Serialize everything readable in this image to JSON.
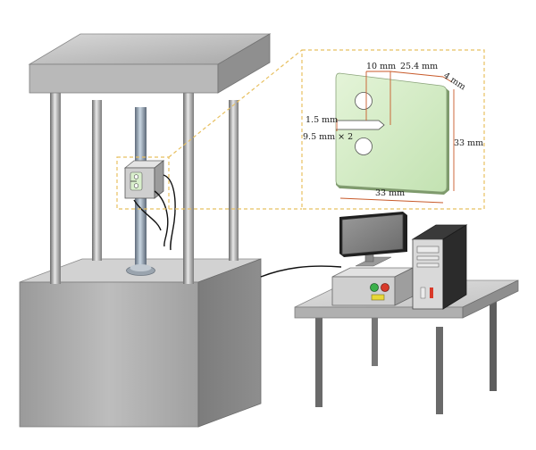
{
  "colors": {
    "specimen": "#d4ecc6",
    "dim_line": "#c85a2a",
    "callout": "#e8c060",
    "machine_gray": "#b4b4b4"
  },
  "labels": {
    "notch_width": "10 mm",
    "half_length": "25.4 mm",
    "thickness": "4 mm",
    "notch_height": "1.5 mm",
    "hole_diameter": "9.5 mm × 2",
    "height": "33 mm",
    "width": "33 mm"
  }
}
